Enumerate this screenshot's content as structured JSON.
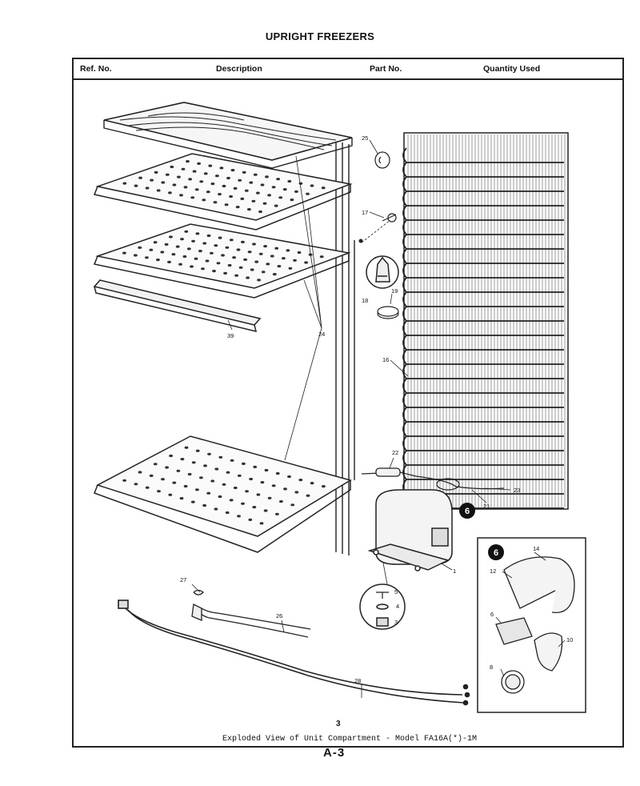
{
  "document": {
    "title": "UPRIGHT FREEZERS",
    "columns": [
      "Ref. No.",
      "Description",
      "Part No.",
      "Quantity Used"
    ],
    "figure_number": "3",
    "caption": "Exploded View of Unit Compartment - Model FA16A(*)-1M",
    "page_number": "A-3"
  },
  "callouts": {
    "c25": "25",
    "c17": "17",
    "c18": "18",
    "c19": "19",
    "c16": "16",
    "c24": "24",
    "c39": "39",
    "c22": "22",
    "c23": "23",
    "c21": "21",
    "c1": "1",
    "c27": "27",
    "c26": "26",
    "c5": "5",
    "c4": "4",
    "c3": "3",
    "c28": "28",
    "c14": "14",
    "c12": "12",
    "c6": "6",
    "c10": "10",
    "c8": "8",
    "badge_main": "6",
    "badge_inset": "6"
  }
}
